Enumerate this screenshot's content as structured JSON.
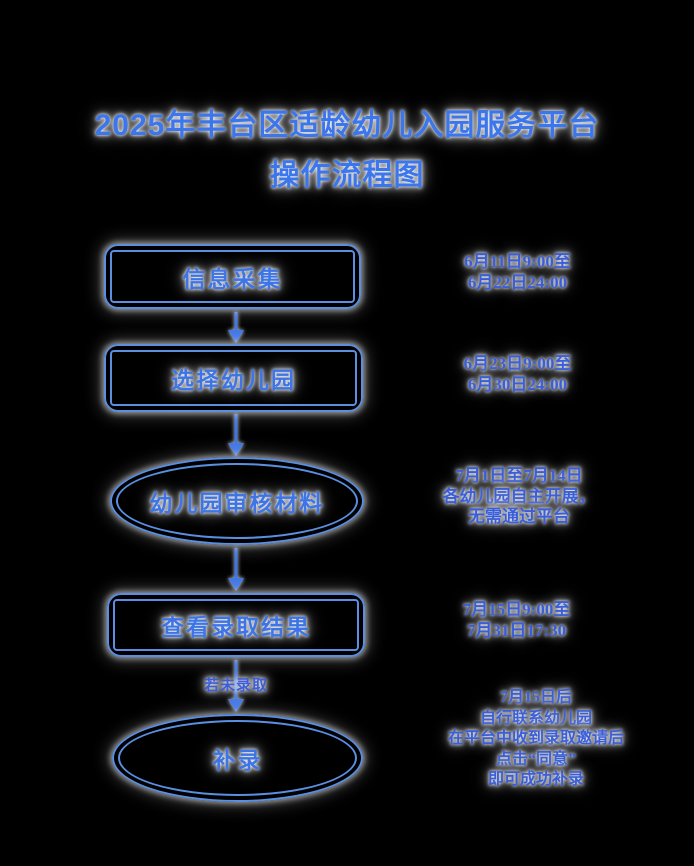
{
  "title": {
    "line1": "2025年丰台区适龄幼儿入园服务平台",
    "line2": "操作流程图"
  },
  "flow": {
    "steps": [
      {
        "label": "信息采集",
        "shape": "rounded-rectangle",
        "note_lines": [
          "6月11日9:00至",
          "6月22日24:00"
        ]
      },
      {
        "label": "选择幼儿园",
        "shape": "rounded-rectangle",
        "note_lines": [
          "6月23日9:00至",
          "6月30日24:00"
        ]
      },
      {
        "label": "幼儿园审核材料",
        "shape": "ellipse",
        "note_lines": [
          "7月1日至7月14日",
          "各幼儿园自主开展，",
          "无需通过平台"
        ]
      },
      {
        "label": "查看录取结果",
        "shape": "rounded-rectangle",
        "note_lines": [
          "7月15日9:00至",
          "7月31日17:30"
        ]
      },
      {
        "label": "补录",
        "shape": "ellipse",
        "note_lines": [
          "7月15日后",
          "自行联系幼儿园",
          "在平台中收到录取邀请后",
          "点击“同意”",
          "即可成功补录"
        ]
      }
    ],
    "edge_label": "若未录取"
  },
  "colors": {
    "background": "#000000",
    "title_blue": "#3c76ec",
    "node_border_blue": "#5b8fe2",
    "label_blue": "#3d74e6",
    "note_blue": "#3a5ed8",
    "dotted_leader": "#c9daf8"
  }
}
